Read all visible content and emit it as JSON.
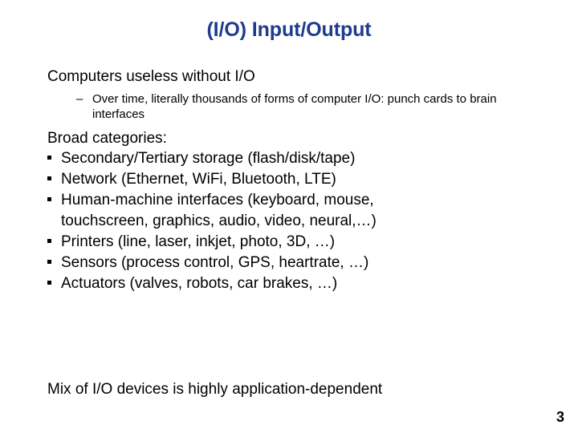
{
  "slide": {
    "title": "(I/O) Input/Output",
    "title_color": "#1F3B8C",
    "background_color": "#FFFFFF",
    "text_color": "#000000",
    "page_number": "3"
  },
  "body": {
    "lead_line": "Computers useless without I/O",
    "sub_bullets": [
      {
        "marker": "–",
        "text": "Over time, literally thousands of forms of computer I/O: punch cards to brain interfaces"
      }
    ],
    "section_heading": "Broad categories:",
    "bullets": [
      {
        "marker": "▪",
        "text": "Secondary/Tertiary storage (flash/disk/tape)"
      },
      {
        "marker": "▪",
        "text": "Network (Ethernet, WiFi, Bluetooth, LTE)"
      },
      {
        "marker": "▪",
        "text": "Human-machine interfaces (keyboard, mouse, touchscreen, graphics, audio, video, neural,…)"
      },
      {
        "marker": "▪",
        "text": "Printers (line, laser, inkjet, photo, 3D, …)"
      },
      {
        "marker": "▪",
        "text": "Sensors (process control, GPS, heartrate, …)"
      },
      {
        "marker": "▪",
        "text": "Actuators (valves, robots, car brakes, …)"
      }
    ],
    "closing_line": "Mix of I/O devices is highly application-dependent"
  }
}
